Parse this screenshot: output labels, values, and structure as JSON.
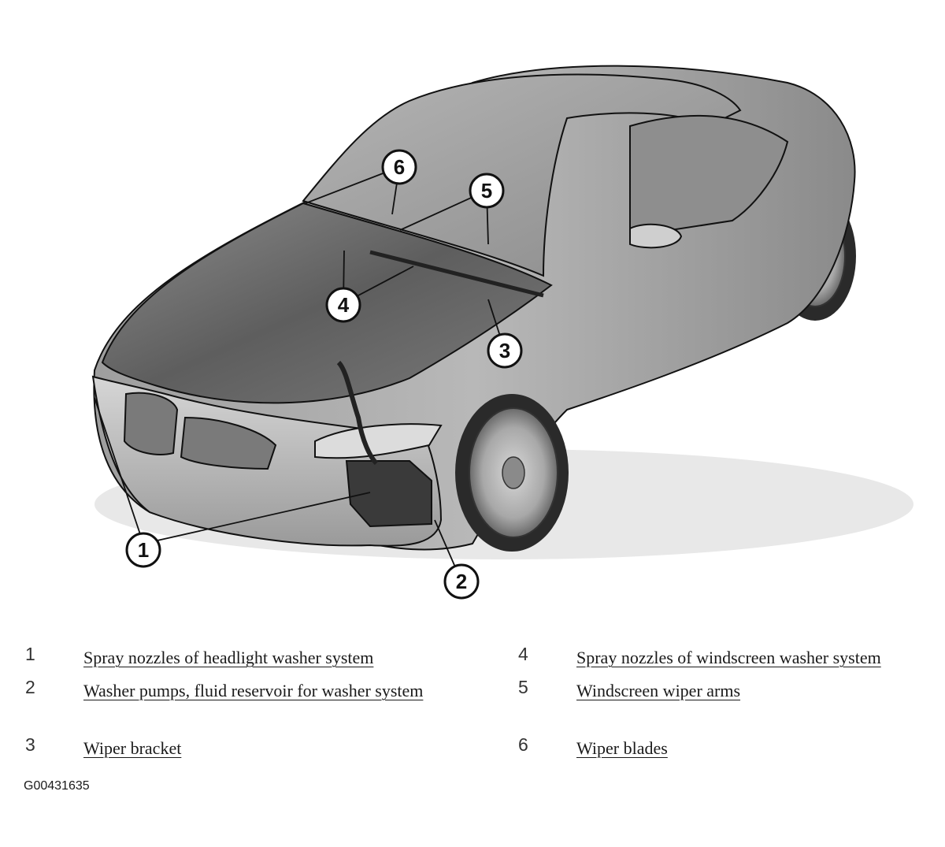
{
  "callouts": [
    "1",
    "2",
    "3",
    "4",
    "5",
    "6"
  ],
  "legend": [
    {
      "number": "1",
      "text": "Spray nozzles of headlight washer system"
    },
    {
      "number": "2",
      "text": "Washer pumps, fluid reservoir for washer system"
    },
    {
      "number": "3",
      "text": "Wiper bracket"
    },
    {
      "number": "4",
      "text": "Spray nozzles of windscreen washer system"
    },
    {
      "number": "5",
      "text": "Windscreen wiper arms"
    },
    {
      "number": "6",
      "text": "Wiper blades"
    }
  ],
  "figure_code": "G00431635",
  "colors": {
    "body_light": "#c8c8c8",
    "body_dark": "#5a5a5a",
    "outline": "#111111",
    "glass": "#9a9a9a"
  }
}
